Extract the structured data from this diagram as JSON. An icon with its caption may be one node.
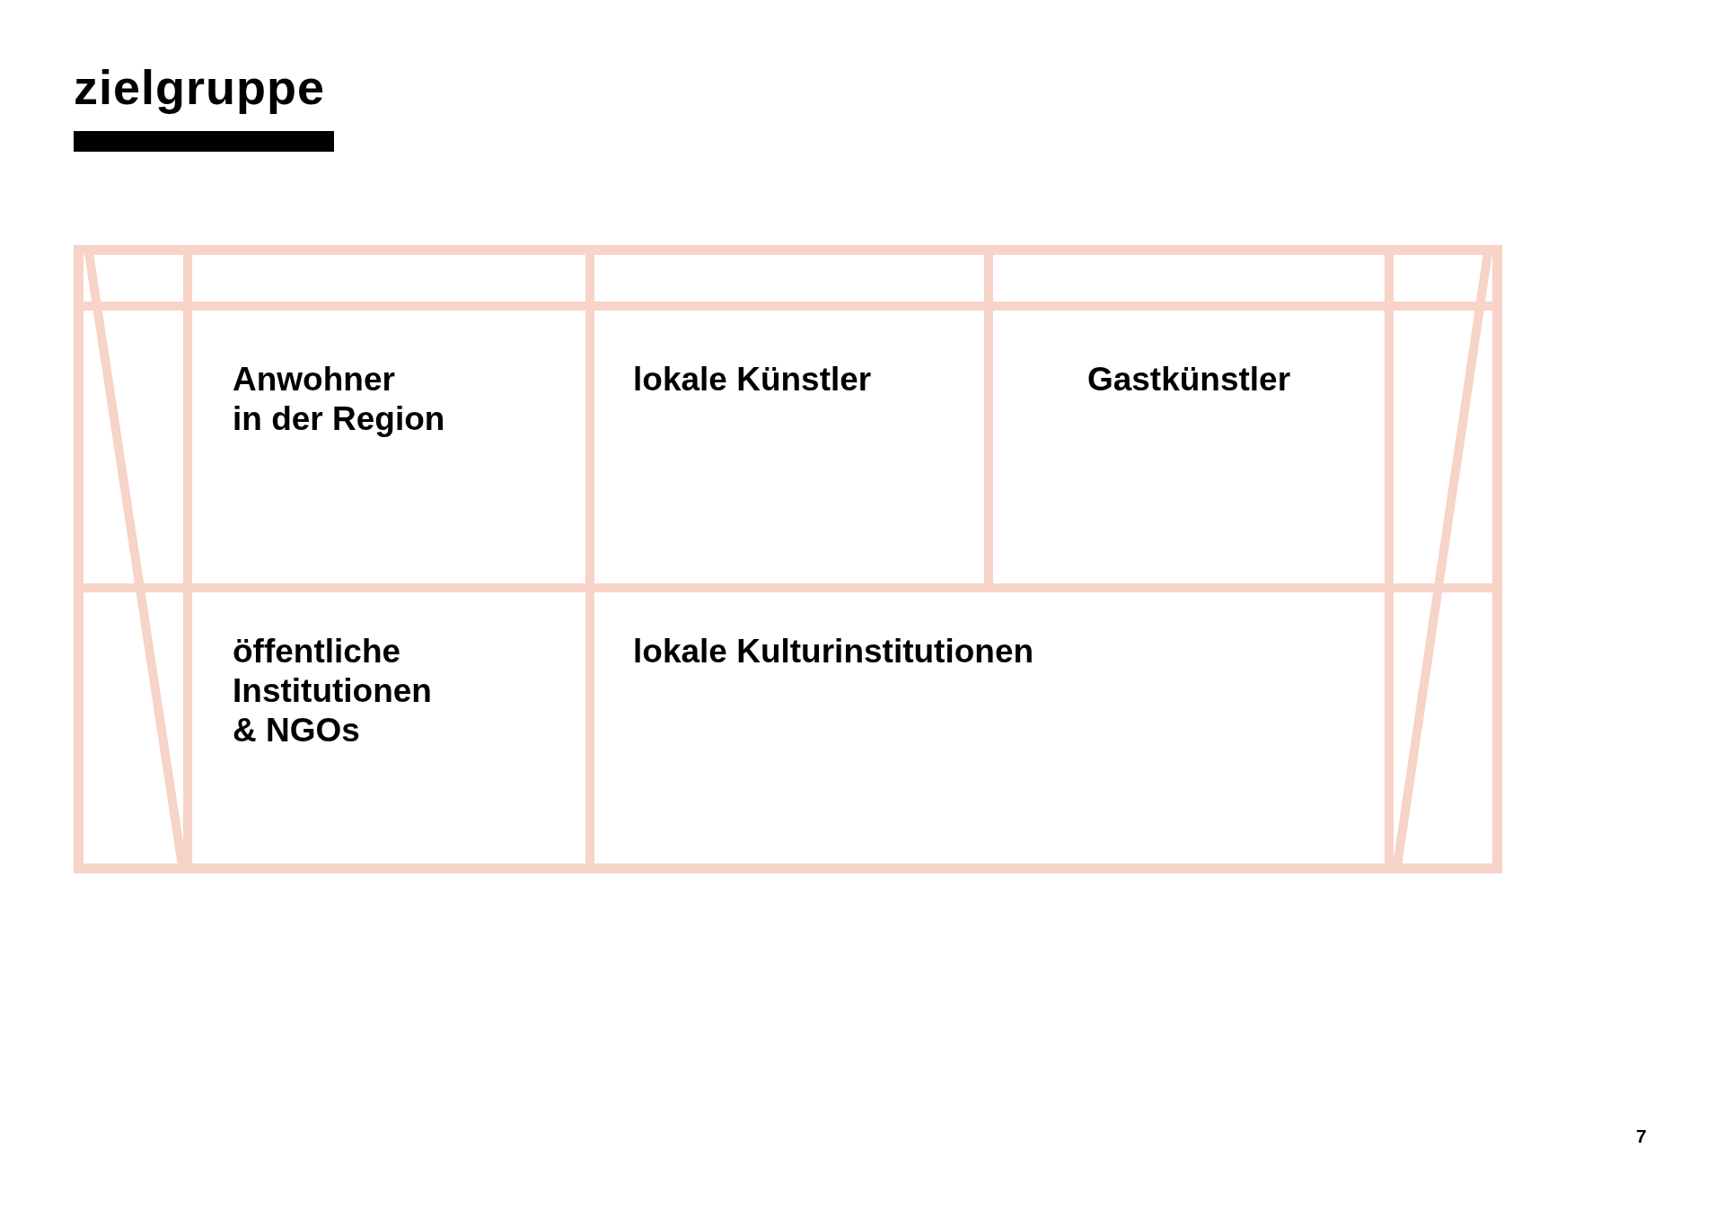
{
  "diagram": {
    "title": "zielgruppe",
    "nodes": [
      {
        "text": [],
        "shape": "bar"
      },
      {
        "text": [],
        "shape": "box"
      },
      {
        "text": [
          "Anwohner in der Region"
        ],
        "in": 1
      },
      {
        "text": [
          "lokale Künstler"
        ],
        "in": 1
      },
      {
        "text": [
          "Gastkünstler"
        ],
        "in": 1
      },
      {
        "text": [
          "öffentliche Institutionen & NGOs"
        ],
        "in": 1
      },
      {
        "text": [
          "lokale Kulturinstitutionen"
        ],
        "in": 1
      }
    ],
    "labels": [
      "7"
    ]
  }
}
